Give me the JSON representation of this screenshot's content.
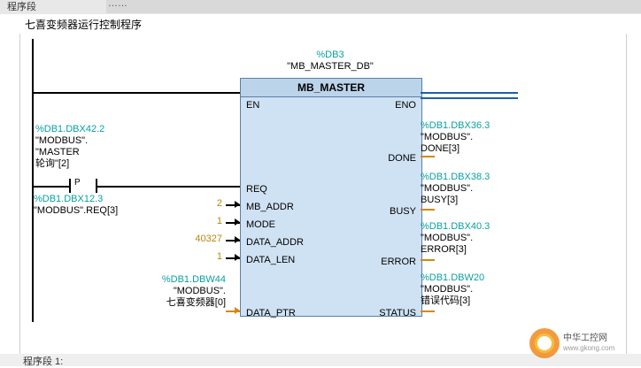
{
  "topbar": {
    "label": "程序段",
    "dots": "……"
  },
  "network": {
    "title": "七喜变频器运行控制程序"
  },
  "bottom": {
    "label": "程序段 1:"
  },
  "block": {
    "db_addr": "%DB3",
    "db_name": "\"MB_MASTER_DB\"",
    "title": "MB_MASTER",
    "en": "EN",
    "eno": "ENO",
    "inputs": [
      {
        "name": "REQ",
        "value": ""
      },
      {
        "name": "MB_ADDR",
        "value": "2"
      },
      {
        "name": "MODE",
        "value": "1"
      },
      {
        "name": "DATA_ADDR",
        "value": "40327"
      },
      {
        "name": "DATA_LEN",
        "value": "1"
      },
      {
        "name": "DATA_PTR",
        "value": ""
      }
    ],
    "outputs": [
      {
        "name": "DONE"
      },
      {
        "name": "BUSY"
      },
      {
        "name": "ERROR"
      },
      {
        "name": "STATUS"
      }
    ]
  },
  "operands": {
    "contact": {
      "addr": "%DB1.DBX42.2",
      "line1": "\"MODBUS\".",
      "line2": "\"MASTER",
      "line3": "轮询\"[2]",
      "edge": "P"
    },
    "req": {
      "addr": "%DB1.DBX12.3",
      "name": "\"MODBUS\".REQ[3]"
    },
    "data_ptr": {
      "addr": "%DB1.DBW44",
      "line1": "\"MODBUS\".",
      "line2": "七喜变频器[0]"
    },
    "done": {
      "addr": "%DB1.DBX36.3",
      "line1": "\"MODBUS\".",
      "line2": "DONE[3]"
    },
    "busy": {
      "addr": "%DB1.DBX38.3",
      "line1": "\"MODBUS\".",
      "line2": "BUSY[3]"
    },
    "error": {
      "addr": "%DB1.DBX40.3",
      "line1": "\"MODBUS\".",
      "line2": "ERROR[3]"
    },
    "status": {
      "addr": "%DB1.DBW20",
      "line1": "\"MODBUS\".",
      "line2": "错误代码[3]"
    }
  },
  "watermark": {
    "line1": "中华工控网",
    "line2": "www.gkong.com"
  },
  "colors": {
    "addr_teal": "#0aa0a0",
    "const_gold": "#b8860b",
    "block_fill": "#cfe2f3",
    "block_header": "#bcd4ea",
    "eno_blue": "#1f5fa8"
  }
}
